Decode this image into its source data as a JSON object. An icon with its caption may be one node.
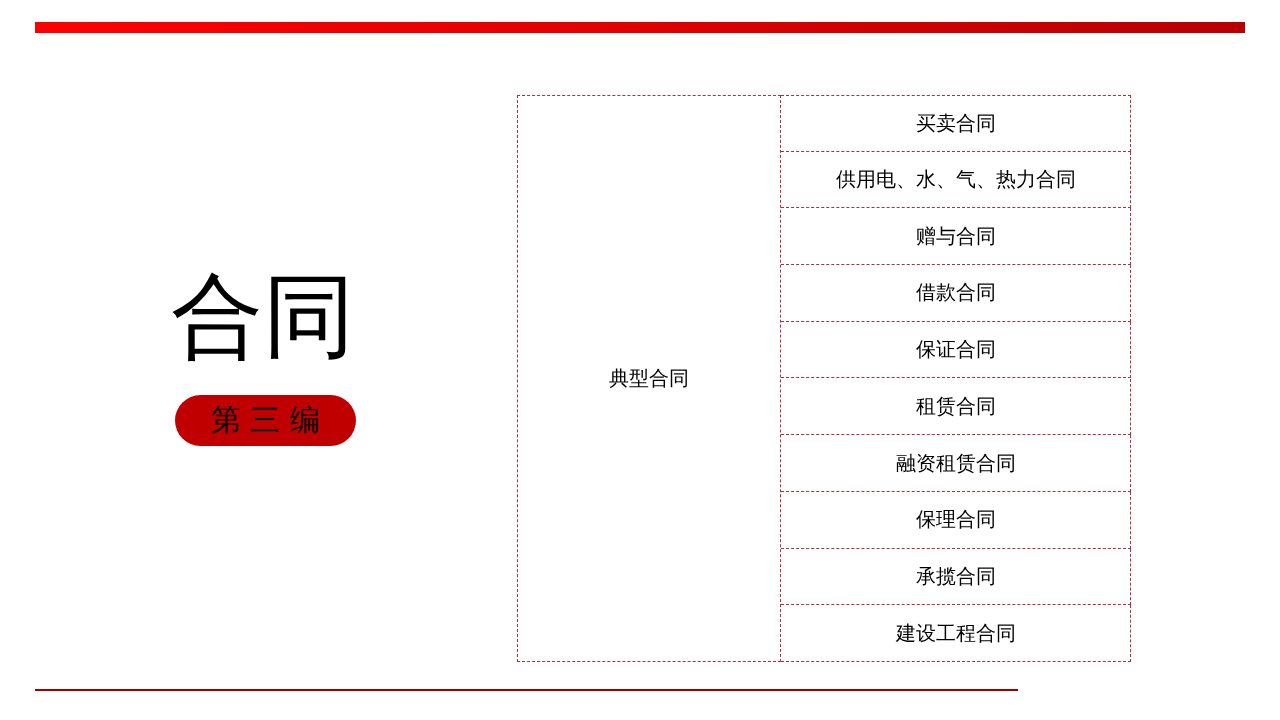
{
  "diagram": {
    "title": "合同",
    "nodes": [
      {
        "text": [
          "第 三 编"
        ]
      },
      {
        "text": [
          "典型合同"
        ]
      },
      {
        "text": [
          "买卖合同"
        ]
      },
      {
        "text": [
          "供用电、水、气、热力合同"
        ]
      },
      {
        "text": [
          "赠与合同"
        ]
      },
      {
        "text": [
          "借款合同"
        ]
      },
      {
        "text": [
          "保证合同"
        ]
      },
      {
        "text": [
          "租赁合同"
        ]
      },
      {
        "text": [
          "融资租赁合同"
        ]
      },
      {
        "text": [
          "保理合同"
        ]
      },
      {
        "text": [
          "承揽合同"
        ]
      },
      {
        "text": [
          "建设工程合同"
        ]
      }
    ]
  }
}
